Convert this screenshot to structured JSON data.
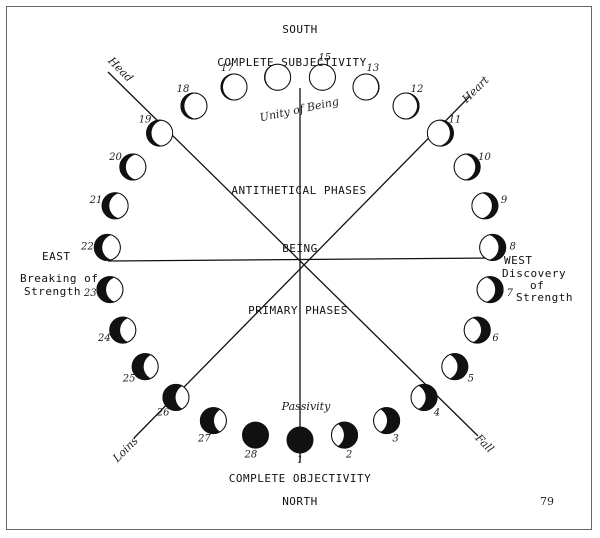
{
  "labels": {
    "south": "SOUTH",
    "north": "NORTH",
    "top": "COMPLETE SUBJECTIVITY",
    "bottom": "COMPLETE OBJECTIVITY",
    "east": "EAST",
    "east_sub1": "Breaking of",
    "east_sub2": "Strength",
    "west": "WEST",
    "west_sub1": "Discovery",
    "west_sub2": "of",
    "west_sub3": "Strength",
    "antithetical": "ANTITHETICAL PHASES",
    "primary": "PRIMARY PHASES",
    "being": "BEING",
    "unity": "Unity of Being",
    "passivity": "Passivity",
    "head": "Head",
    "heart": "Heart",
    "loins": "Loins",
    "fall": "Fall",
    "page_number": "79"
  },
  "phases": [
    {
      "n": "1",
      "lit": 0.0
    },
    {
      "n": "2",
      "lit": 0.05
    },
    {
      "n": "3",
      "lit": 0.12
    },
    {
      "n": "4",
      "lit": 0.2
    },
    {
      "n": "5",
      "lit": 0.28
    },
    {
      "n": "6",
      "lit": 0.36
    },
    {
      "n": "7",
      "lit": 0.45
    },
    {
      "n": "8",
      "lit": 0.5
    },
    {
      "n": "9",
      "lit": 0.58
    },
    {
      "n": "10",
      "lit": 0.66
    },
    {
      "n": "11",
      "lit": 0.76
    },
    {
      "n": "12",
      "lit": 0.86
    },
    {
      "n": "13",
      "lit": 0.94
    },
    {
      "n": "15",
      "lit": 1.0
    },
    {
      "n": "",
      "lit": 0.94
    },
    {
      "n": "17",
      "lit": 0.86
    },
    {
      "n": "18",
      "lit": 0.76
    },
    {
      "n": "19",
      "lit": 0.66
    },
    {
      "n": "20",
      "lit": 0.58
    },
    {
      "n": "21",
      "lit": 0.5
    },
    {
      "n": "22",
      "lit": 0.45
    },
    {
      "n": "23",
      "lit": 0.36
    },
    {
      "n": "24",
      "lit": 0.28
    },
    {
      "n": "25",
      "lit": 0.2
    },
    {
      "n": "26",
      "lit": 0.12
    },
    {
      "n": "27",
      "lit": 0.05
    },
    {
      "n": "28",
      "lit": 0.0
    }
  ]
}
